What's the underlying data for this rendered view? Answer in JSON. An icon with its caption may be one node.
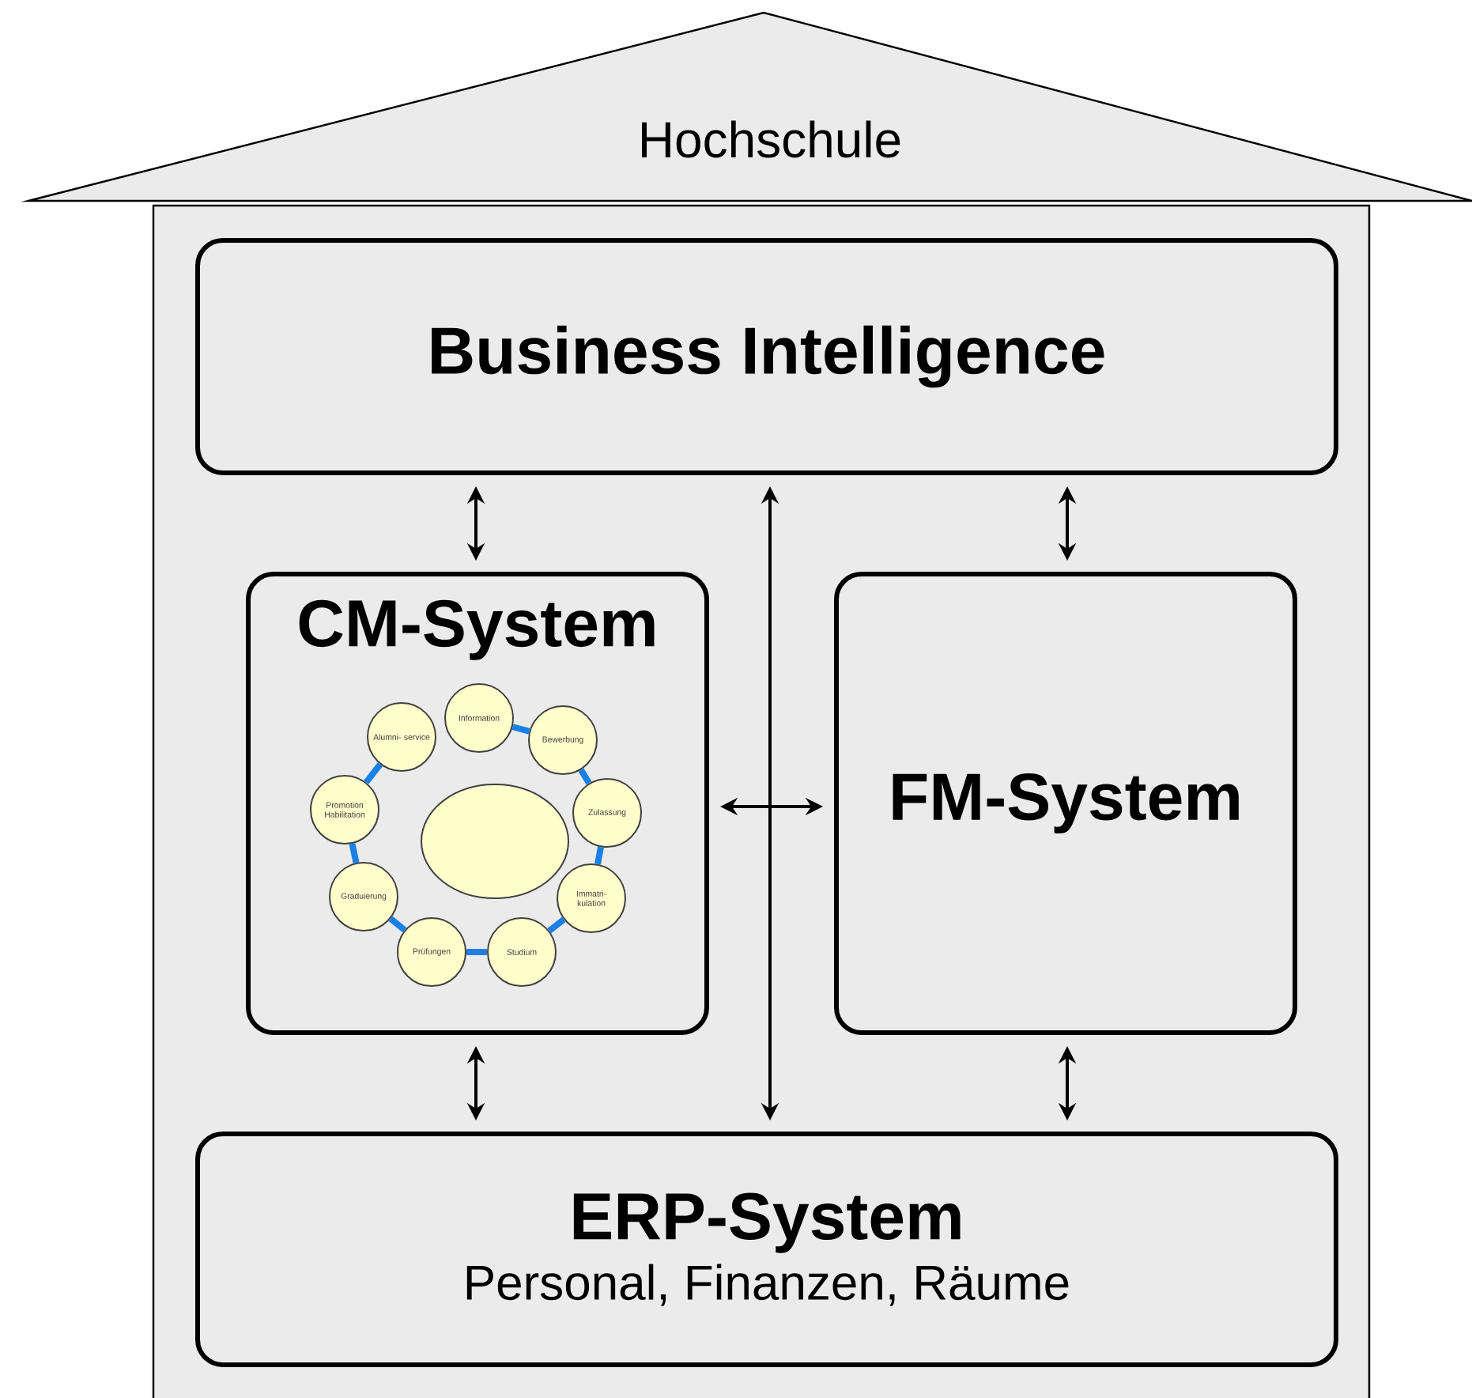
{
  "diagram": {
    "nodes": [
      {
        "text": [
          "Hochschule"
        ]
      },
      {
        "text": [
          "Business Intelligence"
        ],
        "in": 0
      },
      {
        "text": [
          "CM-System"
        ],
        "in": 0
      },
      {
        "text": [
          "Information"
        ],
        "in": 2
      },
      {
        "text": [
          "Bewerbung"
        ],
        "in": 2
      },
      {
        "text": [
          "Zulassung"
        ],
        "in": 2
      },
      {
        "text": [
          "Immatri- kulation"
        ],
        "in": 2
      },
      {
        "text": [
          "Studium"
        ],
        "in": 2
      },
      {
        "text": [
          "Prüfungen"
        ],
        "in": 2
      },
      {
        "text": [
          "Graduierung"
        ],
        "in": 2
      },
      {
        "text": [
          "Promotion Habilitation"
        ],
        "in": 2
      },
      {
        "text": [
          "Alumni- service"
        ],
        "in": 2
      },
      {
        "text": [],
        "shape": "ellipse",
        "in": 2
      },
      {
        "text": [
          "FM-System"
        ],
        "in": 0
      },
      {
        "text": [
          "ERP-System",
          "Personal, Finanzen, Räume"
        ],
        "in": 0
      }
    ],
    "edges": [
      {
        "from": 1,
        "to": 2,
        "arrow": "both",
        "color": "#000000"
      },
      {
        "from": 1,
        "to": 13,
        "arrow": "both",
        "color": "#000000"
      },
      {
        "from": 1,
        "to": 14,
        "arrow": "both",
        "color": "#000000"
      },
      {
        "from": 2,
        "to": 13,
        "arrow": "both",
        "color": "#000000"
      },
      {
        "from": 2,
        "to": 14,
        "arrow": "both",
        "color": "#000000"
      },
      {
        "from": 13,
        "to": 14,
        "arrow": "both",
        "color": "#000000"
      },
      {
        "from": 3,
        "to": 4,
        "arrow": "none"
      },
      {
        "from": 4,
        "to": 5,
        "arrow": "none"
      },
      {
        "from": 5,
        "to": 6,
        "arrow": "none"
      },
      {
        "from": 6,
        "to": 7,
        "arrow": "none"
      },
      {
        "from": 7,
        "to": 8,
        "arrow": "none"
      },
      {
        "from": 8,
        "to": 9,
        "arrow": "none"
      },
      {
        "from": 9,
        "to": 10,
        "arrow": "none"
      },
      {
        "from": 10,
        "to": 11,
        "arrow": "none"
      }
    ]
  }
}
